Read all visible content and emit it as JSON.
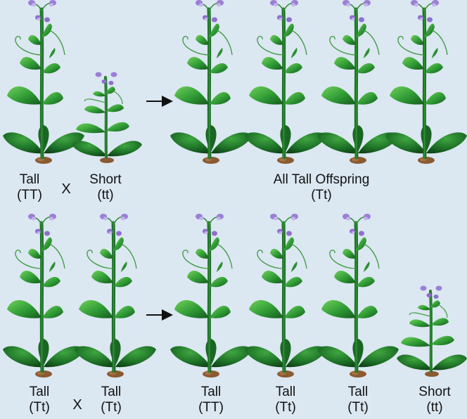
{
  "row1": {
    "parent_left": {
      "name": "Tall",
      "genotype": "(TT)"
    },
    "cross": "X",
    "parent_right": {
      "name": "Short",
      "genotype": "(tt)"
    },
    "offspring": {
      "name": "All Tall Offspring",
      "genotype": "(Tt)"
    }
  },
  "row2": {
    "parent_left": {
      "name": "Tall",
      "genotype": "(Tt)"
    },
    "cross": "X",
    "parent_right": {
      "name": "Tall",
      "genotype": "(Tt)"
    },
    "offspring": [
      {
        "name": "Tall",
        "genotype": "(TT)"
      },
      {
        "name": "Tall",
        "genotype": "(Tt)"
      },
      {
        "name": "Tall",
        "genotype": "(Tt)"
      },
      {
        "name": "Short",
        "genotype": "(tt)"
      }
    ]
  },
  "colors": {
    "background": "#dbe7f1",
    "stem": "#2e8a36",
    "leaf_dark": "#1d6b25",
    "leaf_light": "#5fbf4e",
    "flower": "#9b7fd6",
    "soil": "#8a5a32"
  }
}
